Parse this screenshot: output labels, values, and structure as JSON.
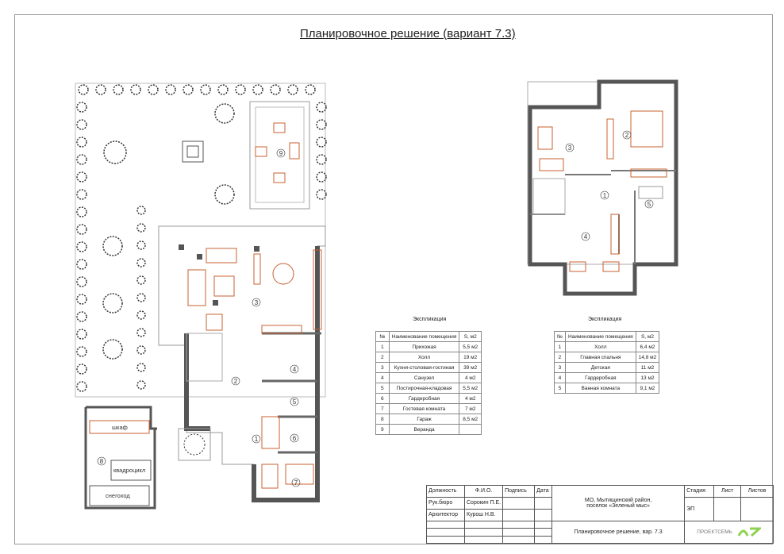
{
  "title": "Планировочное решение  (вариант 7.3)",
  "ground_floor": {
    "room_numbers": [
      "1",
      "2",
      "3",
      "4",
      "5",
      "6",
      "7",
      "8",
      "9"
    ],
    "labels": {
      "wardrobe": "шкаф",
      "atv": "квадроцикл",
      "snowmobile": "снегоход"
    }
  },
  "second_floor": {
    "room_numbers": [
      "1",
      "2",
      "3",
      "4",
      "5"
    ]
  },
  "explication_1": {
    "caption": "Экспликация",
    "headers": [
      "№",
      "Наименование помещения",
      "S, м2"
    ],
    "rows": [
      [
        "1",
        "Прихожая",
        "5,5 м2"
      ],
      [
        "2",
        "Холл",
        "19 м2"
      ],
      [
        "3",
        "Кухня-столовая-гостиная",
        "39 м2"
      ],
      [
        "4",
        "Санузел",
        "4 м2"
      ],
      [
        "5",
        "Постирочная-кладовая",
        "5,5 м2"
      ],
      [
        "6",
        "Гардеробная",
        "4 м2"
      ],
      [
        "7",
        "Гостевая комната",
        "7 м2"
      ],
      [
        "8",
        "Гараж",
        "8,5 м2"
      ],
      [
        "9",
        "Веранда",
        ""
      ]
    ]
  },
  "explication_2": {
    "caption": "Экспликация",
    "headers": [
      "№",
      "Наименование помещения",
      "S, м2"
    ],
    "rows": [
      [
        "1",
        "Холл",
        "6,4 м2"
      ],
      [
        "2",
        "Главная спальня",
        "14,8 м2"
      ],
      [
        "3",
        "Детская",
        "11 м2"
      ],
      [
        "4",
        "Гардеробная",
        "13 м2"
      ],
      [
        "5",
        "Ванная комната",
        "9,1 м2"
      ]
    ]
  },
  "stamp": {
    "headers": [
      "Должность",
      "Ф.И.О.",
      "Подпись",
      "Дата"
    ],
    "people": [
      [
        "Рук.бюро",
        "Сорокин П.Е."
      ],
      [
        "Архитектор",
        "Курош Н.В."
      ]
    ],
    "address": "МО, Мытищинский район, поселок «Зеленый мыс»",
    "sheet_title": "Планировочное решение, вар. 7.3",
    "stage_label": "Стадия",
    "sheet_label": "Лист",
    "sheets_label": "Листов",
    "stage": "ЭП",
    "logo_text": "ПРОЕКТСЕМЬ",
    "logo_color": "#8fd14f"
  }
}
